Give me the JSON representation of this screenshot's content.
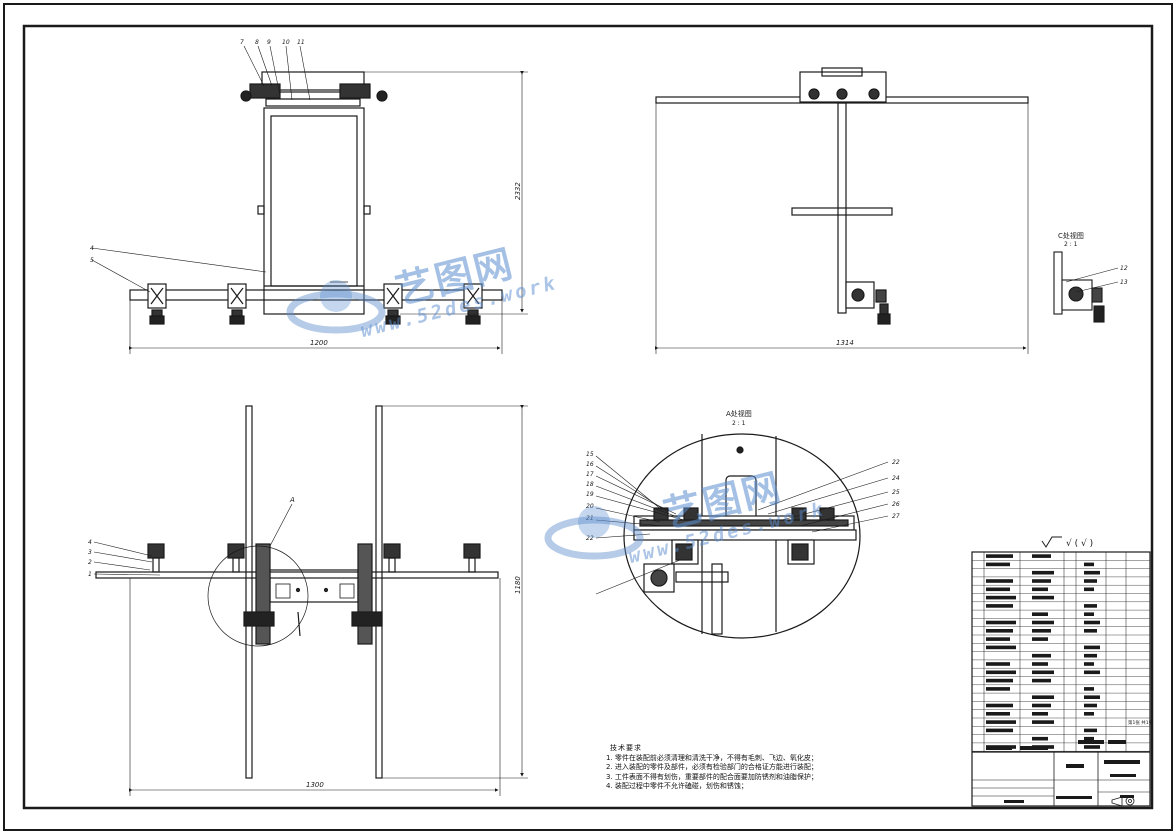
{
  "drawing": {
    "dims": {
      "front_width": "1200",
      "front_height": "2332",
      "side_width": "1314",
      "plan_width": "1300",
      "plan_height": "1180"
    },
    "views": {
      "detail_a_title": "A处视图",
      "detail_a_scale": "2 : 1",
      "detail_c_title": "C处视图",
      "detail_c_scale": "2 : 1",
      "section_mark": "A"
    },
    "balloons": {
      "front_top": [
        "7",
        "8",
        "9",
        "10",
        "11"
      ],
      "front_left": [
        "4",
        "5"
      ],
      "plan_left": [
        "4",
        "3",
        "2",
        "1"
      ],
      "detail_a_left": [
        "15",
        "16",
        "17",
        "18",
        "19",
        "20",
        "21",
        "22"
      ],
      "detail_a_right": [
        "22",
        "24",
        "25",
        "26",
        "27"
      ],
      "detail_c": [
        "12",
        "13"
      ]
    },
    "roughness": "√ ( √ )",
    "tech_notes": {
      "title": "技术要求",
      "items": [
        "1. 零件在装配前必须清理和清洗干净，不得有毛刺、飞边、氧化皮；",
        "2. 进入装配的零件及部件，必须有检验部门的合格证方能进行装配；",
        "3. 工件表面不得有划伤，重要部件的配合面要加防锈剂和油脂保护；",
        "4. 装配过程中零件不允许磕碰，划伤和锈蚀；"
      ]
    },
    "title_block": {
      "scale_note": "第1张 共1张"
    },
    "watermarks": [
      {
        "text": "艺图网"
      },
      {
        "text": "www.52des.work"
      }
    ]
  },
  "colors": {
    "line": "#1a1a1a",
    "watermark": "#5a8ccd",
    "background": "#ffffff"
  }
}
